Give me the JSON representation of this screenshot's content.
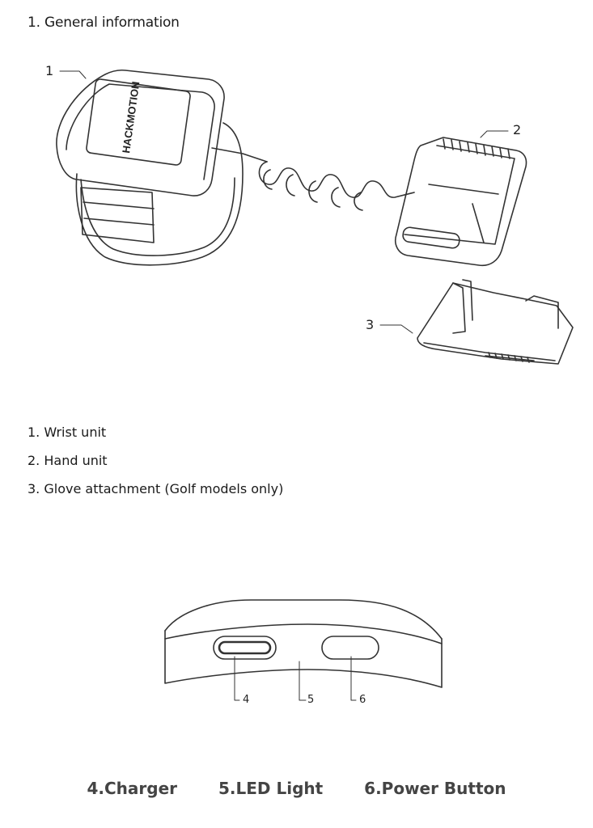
{
  "section_title": "1. General information",
  "brand_text": "HACKMOTION",
  "device_callouts": [
    "1",
    "2",
    "3"
  ],
  "legend": [
    "1. Wrist unit",
    "2. Hand unit",
    "3. Glove attachment (Golf models only)"
  ],
  "port_numbers": [
    "4",
    "5",
    "6"
  ],
  "port_captions": [
    "4.Charger",
    "5.LED Light",
    "6.Power Button"
  ]
}
